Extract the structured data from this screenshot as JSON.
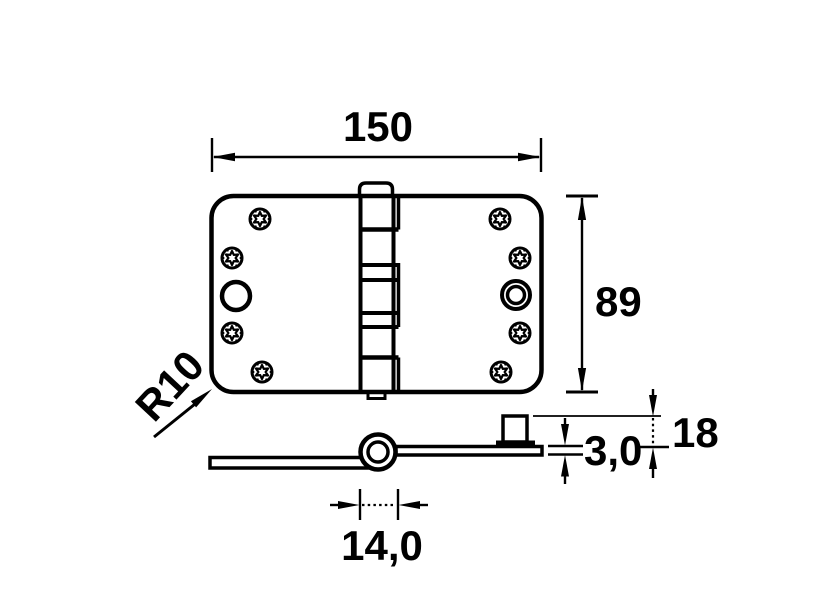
{
  "drawing": {
    "type": "technical-dimension-drawing",
    "subject": "door hinge shown in plan view (top) and side profile view (bottom)",
    "colors": {
      "line": "#000000",
      "background": "#ffffff"
    },
    "dimensions": {
      "overall_width": "150",
      "overall_height": "89",
      "corner_radius": "R10",
      "leaf_thickness": "3,0",
      "stud_height": "18",
      "knuckle_width": "14,0"
    }
  }
}
